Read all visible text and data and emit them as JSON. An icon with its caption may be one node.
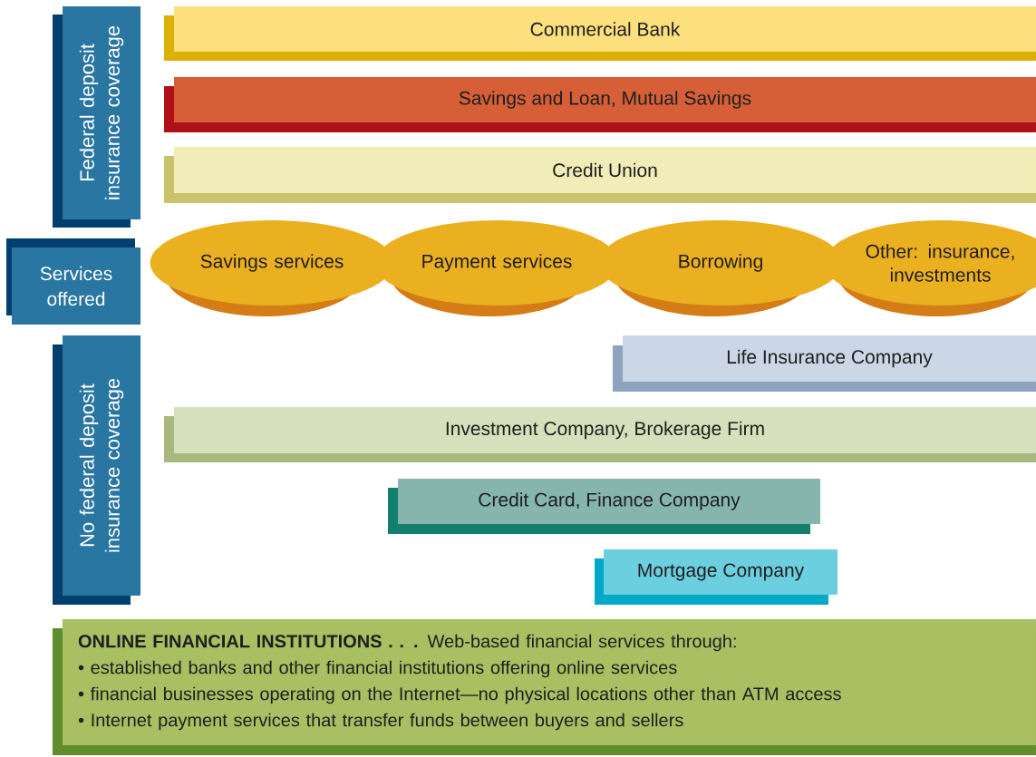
{
  "diagram": {
    "nodes": [
      {
        "text": [
          "Federal deposit insurance coverage"
        ]
      },
      {
        "text": [
          "Commercial Bank"
        ]
      },
      {
        "text": [
          "Savings and Loan, Mutual Savings"
        ]
      },
      {
        "text": [
          "Credit Union"
        ]
      },
      {
        "text": [
          "Services offered"
        ]
      },
      {
        "text": [
          "Savings services"
        ]
      },
      {
        "text": [
          "Payment services"
        ]
      },
      {
        "text": [
          "Borrowing"
        ]
      },
      {
        "text": [
          "Other: insurance, investments"
        ]
      },
      {
        "text": [
          "No federal deposit insurance coverage"
        ]
      },
      {
        "text": [
          "Life Insurance Company"
        ]
      },
      {
        "text": [
          "Investment Company, Brokerage Firm"
        ]
      },
      {
        "text": [
          "Credit Card, Finance Company"
        ]
      },
      {
        "text": [
          "Mortgage Company"
        ]
      },
      {
        "text": [
          "**ONLINE FINANCIAL INSTITUTIONS . . .** Web-based financial services through:",
          "• established banks and other financial institutions offering online services",
          "• financial businesses operating on the Internet—no physical locations other than ATM access",
          "• Internet payment services that transfer funds between buyers and sellers"
        ]
      }
    ]
  }
}
